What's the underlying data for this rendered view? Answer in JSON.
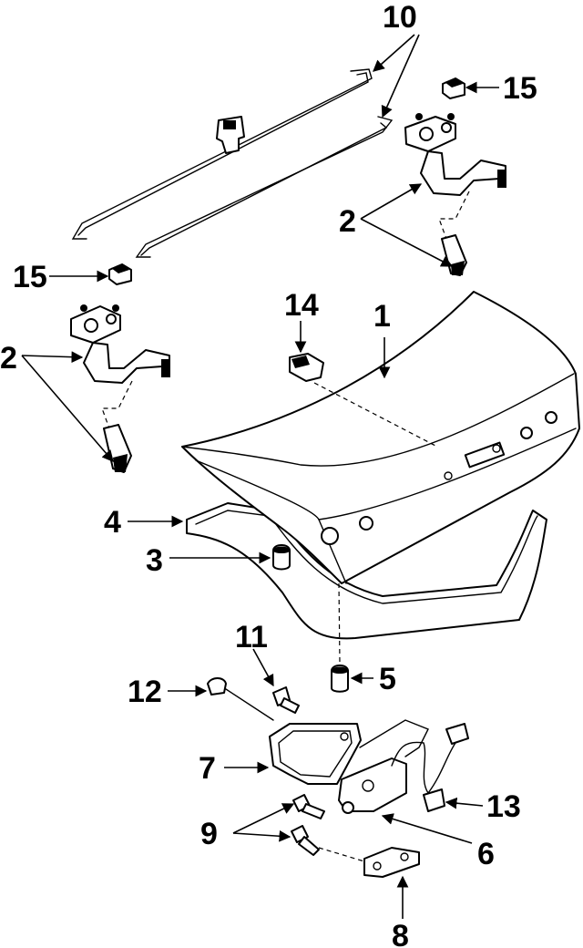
{
  "callouts": {
    "c1": "1",
    "c2a": "2",
    "c2b": "2",
    "c3": "3",
    "c4": "4",
    "c5": "5",
    "c6": "6",
    "c7": "7",
    "c8": "8",
    "c9": "9",
    "c10": "10",
    "c11": "11",
    "c12": "12",
    "c13": "13",
    "c14": "14",
    "c15a": "15",
    "c15b": "15"
  },
  "colors": {
    "ink": "#000000",
    "paper": "#ffffff"
  }
}
